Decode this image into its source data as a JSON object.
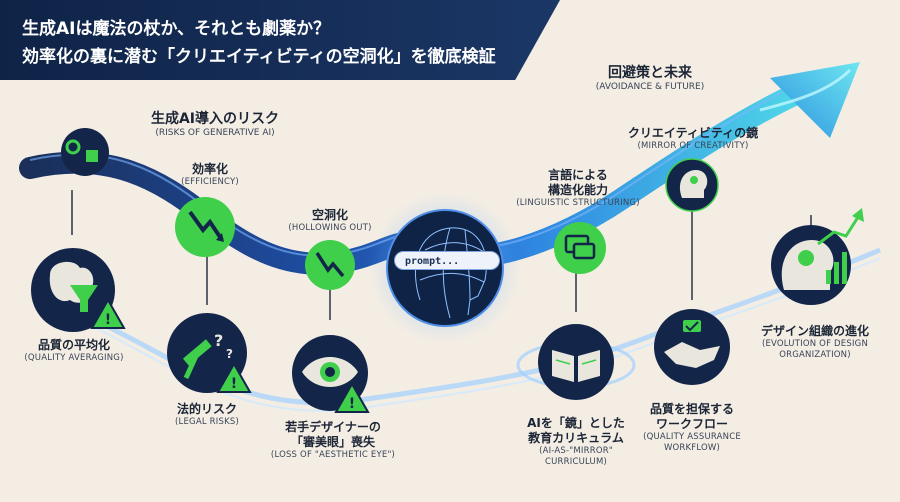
{
  "banner": {
    "line1": "生成AIは魔法の杖か、それとも劇薬か？",
    "line2": "効率化の裏に潜む「クリエイティビティの空洞化」を徹底検証"
  },
  "sections": {
    "risks": {
      "jp": "生成AI導入のリスク",
      "en": "(RISKS OF GENERATIVE AI)"
    },
    "future": {
      "jp": "回避策と未来",
      "en": "(AVOIDANCE & FUTURE)"
    }
  },
  "nodes": {
    "efficiency": {
      "jp": "効率化",
      "en": "(EFFICIENCY)",
      "icon": "arrow-down-icon"
    },
    "hollowing": {
      "jp": "空洞化",
      "en": "(HOLLOWING OUT)",
      "icon": "arrow-down-icon"
    },
    "quality_avg": {
      "jp": "品質の平均化",
      "en": "(QUALITY AVERAGING)",
      "icon": "brain-funnel-icon"
    },
    "legal": {
      "jp": "法的リスク",
      "en": "(LEGAL RISKS)",
      "icon": "gavel-icon"
    },
    "aesthetic": {
      "jp1": "若手デザイナーの",
      "jp2": "「審美眼」喪失",
      "en": "(LOSS OF \"AESTHETIC EYE\")",
      "icon": "eye-icon"
    },
    "linguistic": {
      "jp1": "言語による",
      "jp2": "構造化能力",
      "en": "(LINGUISTIC STRUCTURING)",
      "icon": "chat-icon"
    },
    "mirror": {
      "jp": "クリエイティビティの鏡",
      "en": "(MIRROR OF CREATIVITY)",
      "icon": "head-icon"
    },
    "curriculum": {
      "jp1": "AIを「鏡」とした",
      "jp2": "教育カリキュラム",
      "en1": "(AI-AS-\"MIRROR\"",
      "en2": "CURRICULUM)",
      "icon": "book-icon"
    },
    "workflow": {
      "jp1": "品質を担保する",
      "jp2": "ワークフロー",
      "en1": "(QUALITY ASSURANCE",
      "en2": "WORKFLOW)",
      "icon": "handshake-icon"
    },
    "evolution": {
      "jp": "デザイン組織の進化",
      "en1": "(EVOLUTION OF DESIGN",
      "en2": "ORGANIZATION)",
      "icon": "lightbulb-head-icon"
    }
  },
  "center": {
    "prompt": "prompt...",
    "icon": "wireframe-head-icon"
  },
  "colors": {
    "navy": "#0f2347",
    "green": "#3fcf4a",
    "blue": "#3a7fe6",
    "cyan": "#4fd6e8",
    "cream": "#f3ede4"
  }
}
